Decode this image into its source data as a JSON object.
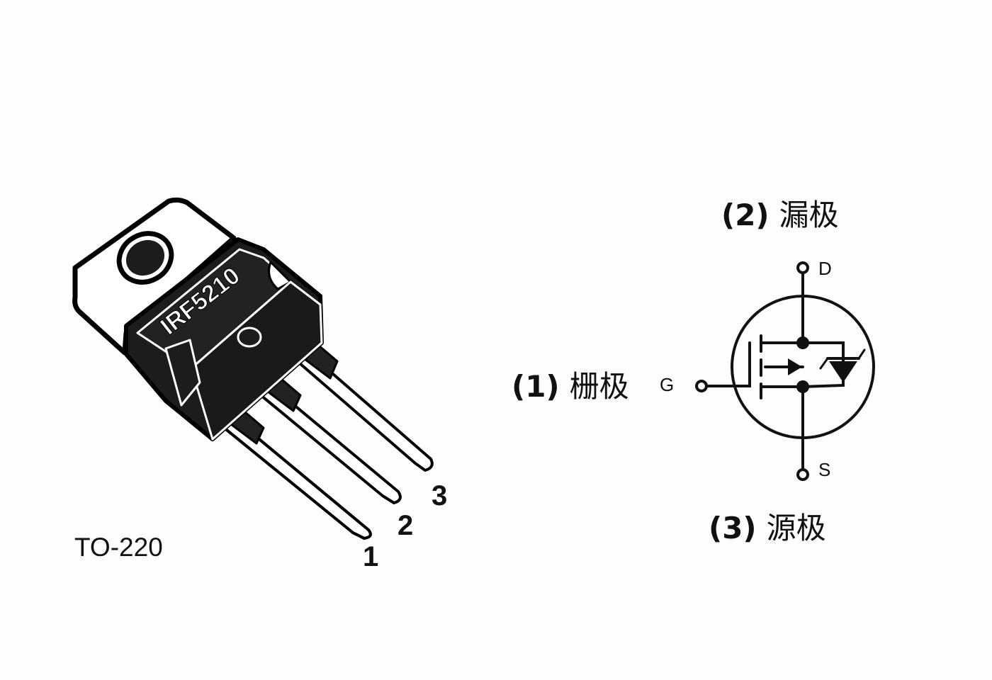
{
  "package": {
    "name": "TO-220",
    "part_marking": "IRF5210",
    "pin_numbers": [
      "1",
      "2",
      "3"
    ]
  },
  "symbol": {
    "pins": [
      {
        "number": "(1)",
        "role": "栅极",
        "terminal": "G"
      },
      {
        "number": "(2)",
        "role": "漏极",
        "terminal": "D"
      },
      {
        "number": "(3)",
        "role": "源极",
        "terminal": "S"
      }
    ]
  },
  "colors": {
    "body": "#1c1c1c",
    "outline": "#000000",
    "metal": "#ffffff",
    "background": "#fdfdfd"
  },
  "icons": [
    "mosfet-symbol-icon",
    "to220-package-icon"
  ]
}
